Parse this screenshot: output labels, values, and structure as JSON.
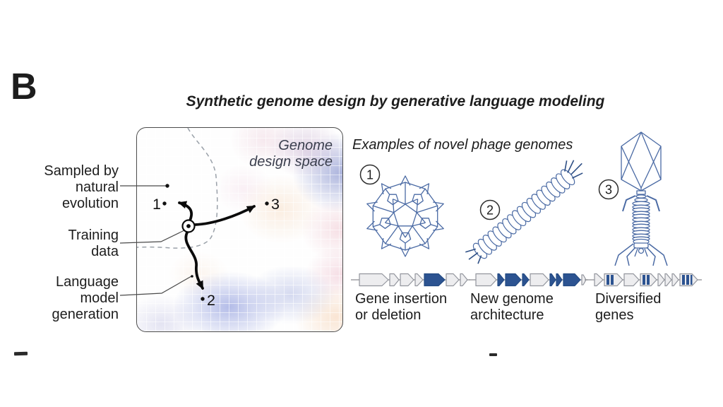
{
  "panel": {
    "label": "B",
    "title": "Synthetic genome design by generative language modeling"
  },
  "design_space": {
    "label_lines": [
      "Genome",
      "design space"
    ],
    "annotations": [
      {
        "name": "sampled-by-natural-evolution",
        "lines": [
          "Sampled by",
          "natural",
          "evolution"
        ]
      },
      {
        "name": "training-data",
        "lines": [
          "Training",
          "data"
        ]
      },
      {
        "name": "language-model-generation",
        "lines": [
          "Language",
          "model",
          "generation"
        ]
      }
    ],
    "points": [
      {
        "id": "1"
      },
      {
        "id": "2"
      },
      {
        "id": "3"
      }
    ]
  },
  "examples": {
    "header": "Examples of novel phage genomes",
    "items": [
      {
        "number": "1",
        "phage_icon": "icosahedral-capsid-phage-icon",
        "caption_lines": [
          "Gene insertion",
          "or deletion"
        ]
      },
      {
        "number": "2",
        "phage_icon": "filamentous-phage-icon",
        "caption_lines": [
          "New genome",
          "architecture"
        ]
      },
      {
        "number": "3",
        "phage_icon": "tailed-phage-icon",
        "caption_lines": [
          "Diversified",
          "genes"
        ]
      }
    ]
  },
  "colors": {
    "phage_outline": "#4a6aa4",
    "phage_fiber_dark": "#2f5086",
    "gene_dark_fill": "#2c5391",
    "gene_light_fill": "#ededef",
    "gene_light_stroke": "#92959d",
    "design_space_label_text": "#3b3f4e",
    "arrow_black": "#0b0b0b",
    "text": "#1d1d1d"
  }
}
